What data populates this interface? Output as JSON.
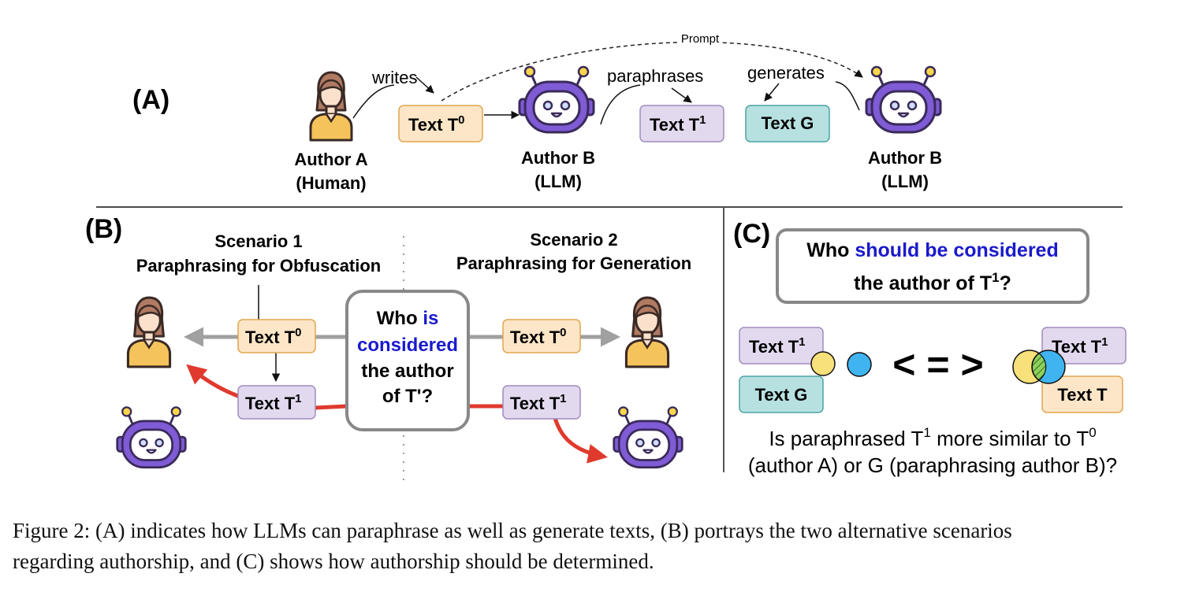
{
  "colors": {
    "orange_fill": "#fde6c7",
    "orange_stroke": "#e0a550",
    "purple_fill": "#e3d9ef",
    "purple_stroke": "#a08cbd",
    "teal_fill": "#b7e1e1",
    "teal_stroke": "#4ea3a3",
    "robot_purple": "#7f5bd5",
    "human_skin": "#fbe0cc",
    "human_hair": "#b07a63",
    "human_shirt": "#f5c35c",
    "highlight_blue": "#1a1acc",
    "red_arrow": "#e03a2e",
    "gray_arrow": "#a0a0a0",
    "yellow_circle": "#f8e07a",
    "blue_circle": "#3fb4f0"
  },
  "panel_a": {
    "label": "(A)",
    "author_a_name": "Author A",
    "author_a_role": "(Human)",
    "author_b_name": "Author B",
    "author_b_role": "(LLM)",
    "writes": "writes",
    "paraphrases": "paraphrases",
    "generates": "generates",
    "prompt": "Prompt",
    "text_t": "Text T",
    "text_g": "Text G",
    "sup_0": "0",
    "sup_1": "1"
  },
  "panel_b": {
    "label": "(B)",
    "scenario1_title": "Scenario 1",
    "scenario1_sub": "Paraphrasing for Obfuscation",
    "scenario2_title": "Scenario 2",
    "scenario2_sub": "Paraphrasing for Generation",
    "q_who": "Who",
    "q_is": "is",
    "q_considered": "considered",
    "q_the_author": "the author",
    "q_of": "of T'?",
    "text_t": "Text T",
    "sup_0": "0",
    "sup_1": "1"
  },
  "panel_c": {
    "label": "(C)",
    "q_who": "Who",
    "q_should": "should be considered",
    "q_line2": "the author of T",
    "q_sup": "1",
    "q_end": "?",
    "text_t": "Text T",
    "text_g": "Text G",
    "sup_1": "1",
    "compare": "< = >",
    "bottom_line1_a": "Is paraphrased T",
    "bottom_sup1": "1",
    "bottom_line1_b": " more similar to T",
    "bottom_sup0": "0",
    "bottom_line2": "(author A) or G (paraphrasing author B)?"
  },
  "caption": {
    "line1": "Figure 2: (A) indicates how LLMs can paraphrase as well as generate texts, (B) portrays the two alternative scenarios",
    "line2": "regarding authorship, and (C) shows how authorship should be determined."
  }
}
